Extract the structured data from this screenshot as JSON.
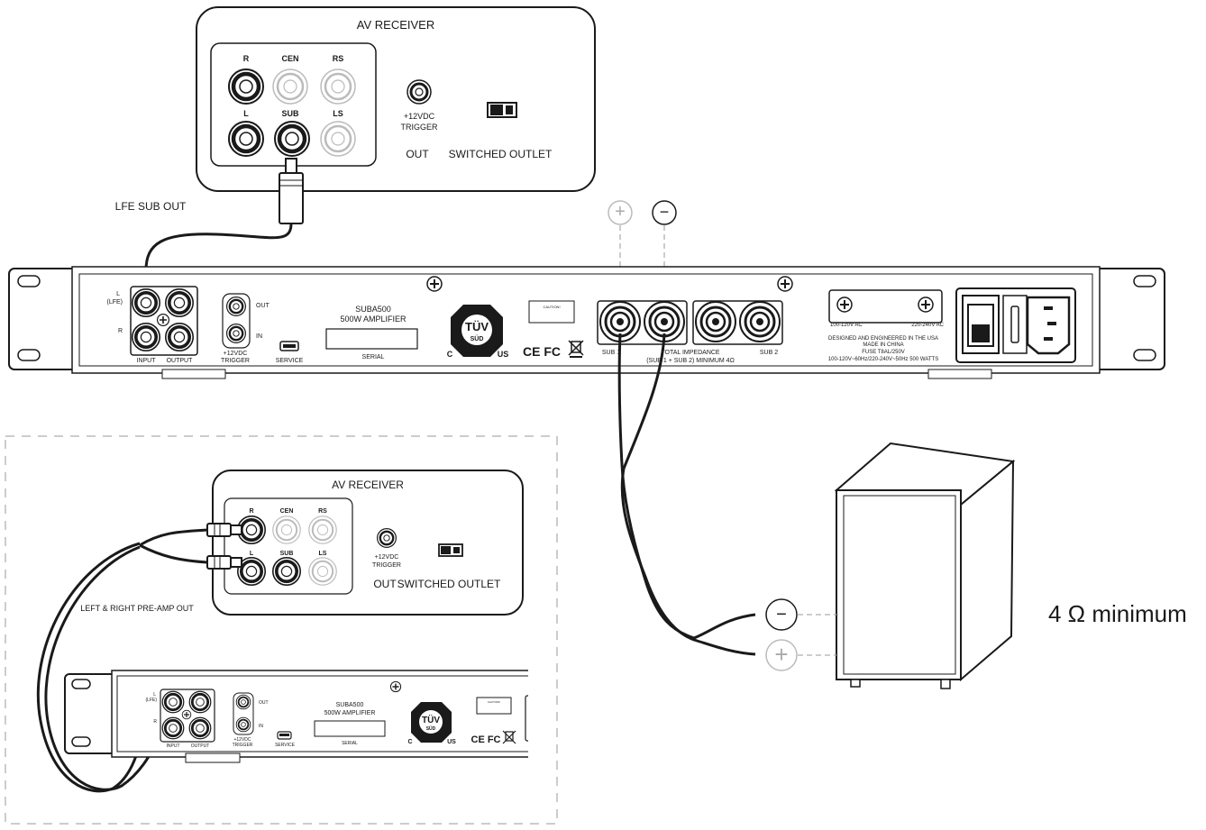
{
  "receiver_top": {
    "title": "AV RECEIVER",
    "ch_r": "R",
    "ch_cen": "CEN",
    "ch_rs": "RS",
    "ch_l": "L",
    "ch_sub": "SUB",
    "ch_ls": "LS",
    "trigger_1": "+12VDC",
    "trigger_2": "TRIGGER",
    "out": "OUT",
    "switched_outlet": "SWITCHED OUTLET"
  },
  "lfe_label": "LFE SUB OUT",
  "amp_main": {
    "l_lfe_1": "L",
    "l_lfe_2": "(LFE)",
    "r": "R",
    "input": "INPUT",
    "output": "OUTPUT",
    "trigger_out": "OUT",
    "trigger_in": "IN",
    "trigger_1": "+12VDC",
    "trigger_2": "TRIGGER",
    "service": "SERVICE",
    "model": "SUBA500",
    "model_sub": "500W AMPLIFIER",
    "serial": "SERIAL",
    "tuv": "TÜV",
    "sud": "SÜD",
    "c": "C",
    "us": "US",
    "certs": "CE FC",
    "caution": "CAUTION!",
    "sub1": "SUB 1",
    "sub2": "SUB 2",
    "impedance_1": "TOTAL IMPEDANCE",
    "impedance_2": "(SUB 1 + SUB 2) MINIMUM 4Ω",
    "voltage_low": "100-120V AC",
    "voltage_high": "220-240V AC",
    "designed": "DESIGNED AND ENGINEERED IN THE USA",
    "made": "MADE IN CHINA",
    "fuse": "FUSE T8AL/250V",
    "power": "100-120V~60Hz/220-240V~50Hz 500 WATTS"
  },
  "receiver_inset": {
    "title": "AV RECEIVER",
    "ch_r": "R",
    "ch_cen": "CEN",
    "ch_rs": "RS",
    "ch_l": "L",
    "ch_sub": "SUB",
    "ch_ls": "LS",
    "trigger_1": "+12VDC",
    "trigger_2": "TRIGGER",
    "out": "OUT",
    "switched_outlet": "SWITCHED OUTLET"
  },
  "preamp_label": "LEFT & RIGHT PRE-AMP OUT",
  "amp_inset": {
    "l_lfe_1": "L",
    "l_lfe_2": "(LFE)",
    "r": "R",
    "input": "INPUT",
    "output": "OUTPUT",
    "trigger_out": "OUT",
    "trigger_in": "IN",
    "trigger_1": "+12VDC",
    "trigger_2": "TRIGGER",
    "service": "SERVICE",
    "model": "SUBA500",
    "model_sub": "500W AMPLIFIER",
    "serial": "SERIAL",
    "tuv": "TÜV",
    "sud": "SÜD",
    "c": "C",
    "us": "US",
    "certs": "CE FC",
    "caution": "CAUTION!"
  },
  "impedance_note": "4 Ω minimum",
  "polarity": {
    "plus": "+",
    "minus": "−"
  },
  "colors": {
    "line": "#1a1a1a",
    "muted": "#b8b8b8",
    "dashed": "#999999",
    "background": "#ffffff"
  }
}
